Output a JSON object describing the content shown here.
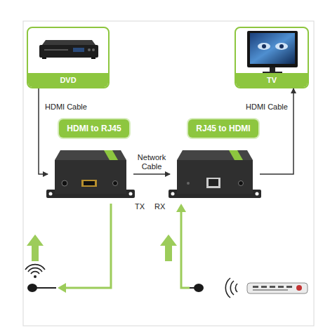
{
  "diagram": {
    "nodes": [
      {
        "text": [
          "DVD"
        ]
      },
      {
        "text": [
          "TV"
        ]
      },
      {
        "text": [
          "HDMI to RJ45"
        ]
      },
      {
        "text": [
          "RJ45 to HDMI"
        ]
      },
      {
        "text": [
          "TX"
        ]
      },
      {
        "text": [
          "RX"
        ]
      }
    ],
    "edges": [
      {
        "from": 0,
        "to": 4,
        "label": "HDMI Cable",
        "arrow": "to"
      },
      {
        "from": 4,
        "to": 5,
        "label": "Network Cable",
        "arrow": "to"
      },
      {
        "from": 5,
        "to": 1,
        "label": "HDMI Cable",
        "arrow": "to"
      }
    ]
  }
}
